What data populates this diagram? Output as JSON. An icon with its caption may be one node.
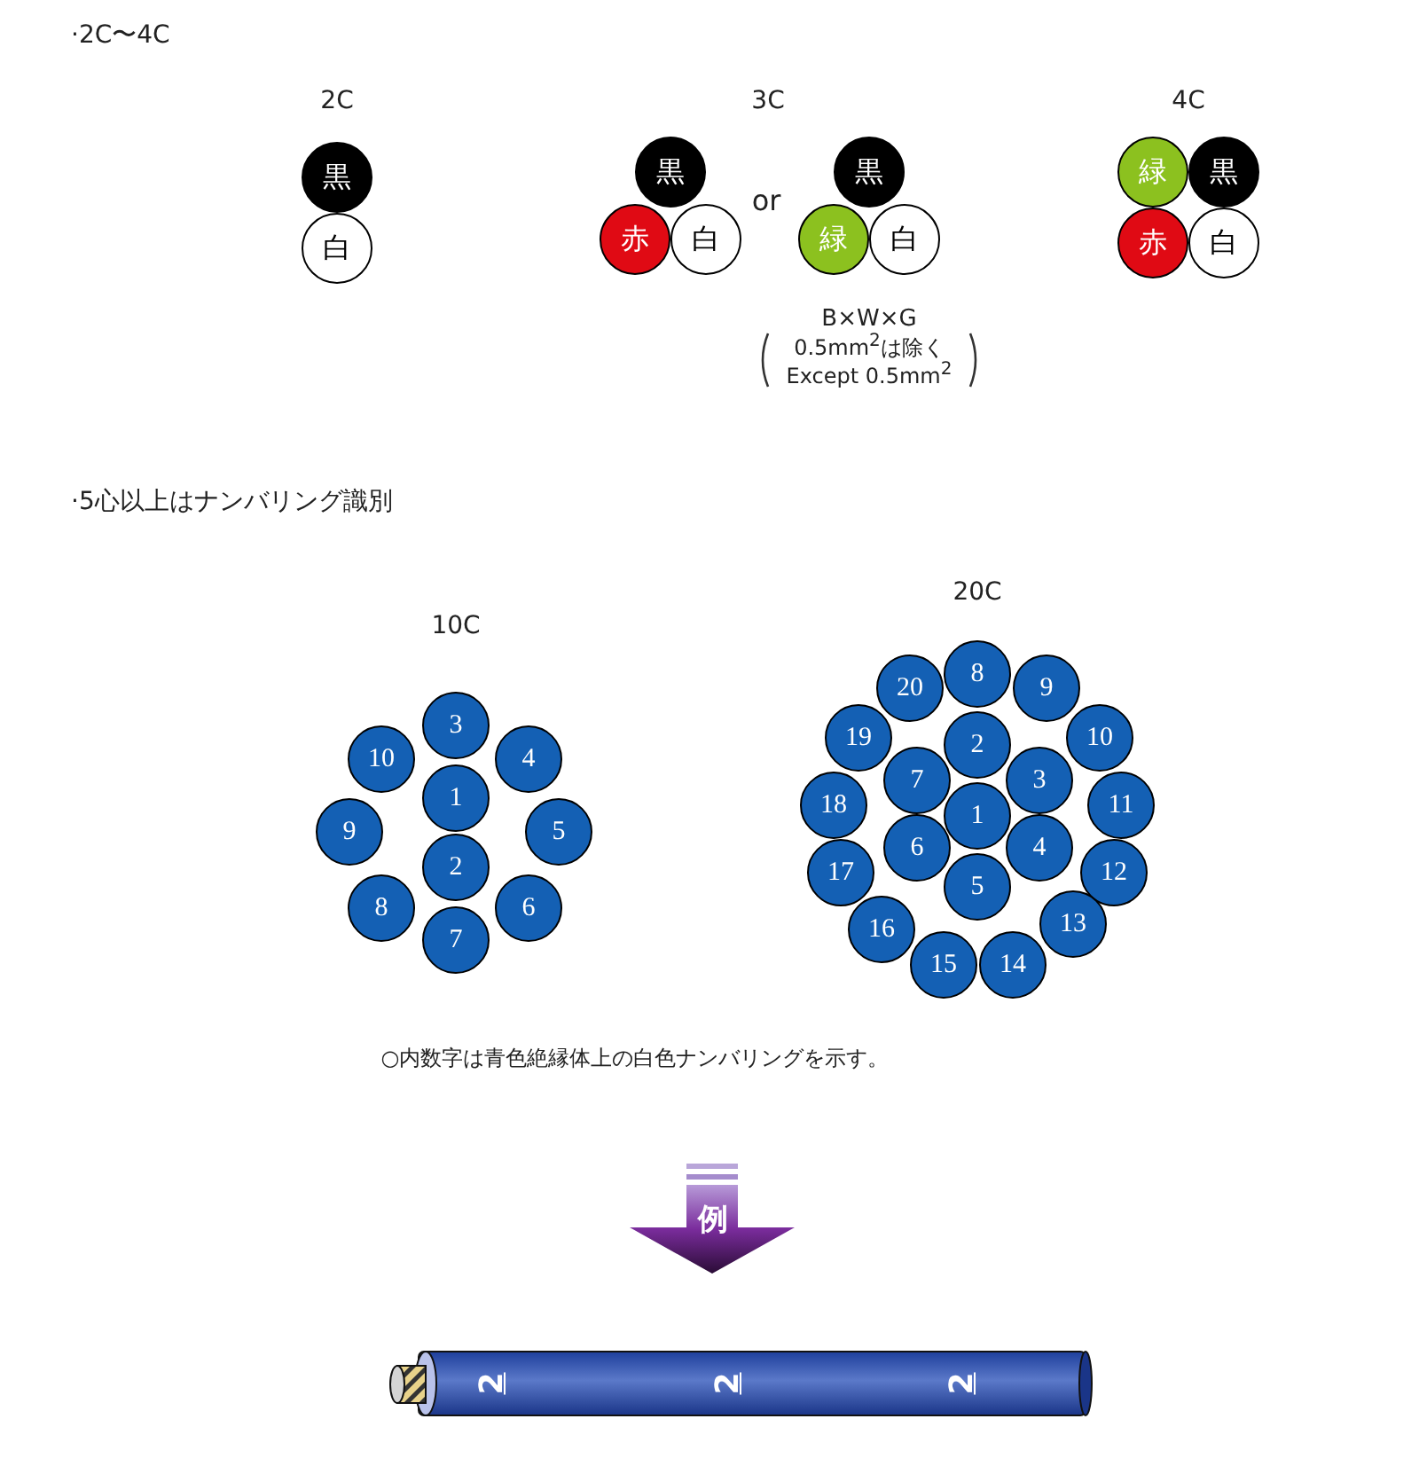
{
  "diagram": {
    "nodes": [
      {
        "text": [
          "黒"
        ]
      },
      {
        "text": [
          "白"
        ]
      },
      {
        "text": [
          "黒"
        ]
      },
      {
        "text": [
          "赤"
        ]
      },
      {
        "text": [
          "白"
        ]
      },
      {
        "text": [
          "黒"
        ]
      },
      {
        "text": [
          "緑"
        ]
      },
      {
        "text": [
          "白"
        ]
      },
      {
        "text": [
          "緑"
        ]
      },
      {
        "text": [
          "黒"
        ]
      },
      {
        "text": [
          "赤"
        ]
      },
      {
        "text": [
          "白"
        ]
      },
      {
        "text": [
          "1"
        ]
      },
      {
        "text": [
          "2"
        ]
      },
      {
        "text": [
          "3"
        ]
      },
      {
        "text": [
          "4"
        ]
      },
      {
        "text": [
          "5"
        ]
      },
      {
        "text": [
          "6"
        ]
      },
      {
        "text": [
          "7"
        ]
      },
      {
        "text": [
          "8"
        ]
      },
      {
        "text": [
          "9"
        ]
      },
      {
        "text": [
          "10"
        ]
      },
      {
        "text": [
          "1"
        ]
      },
      {
        "text": [
          "2"
        ]
      },
      {
        "text": [
          "3"
        ]
      },
      {
        "text": [
          "4"
        ]
      },
      {
        "text": [
          "5"
        ]
      },
      {
        "text": [
          "6"
        ]
      },
      {
        "text": [
          "7"
        ]
      },
      {
        "text": [
          "8"
        ]
      },
      {
        "text": [
          "9"
        ]
      },
      {
        "text": [
          "10"
        ]
      },
      {
        "text": [
          "11"
        ]
      },
      {
        "text": [
          "12"
        ]
      },
      {
        "text": [
          "13"
        ]
      },
      {
        "text": [
          "14"
        ]
      },
      {
        "text": [
          "15"
        ]
      },
      {
        "text": [
          "16"
        ]
      },
      {
        "text": [
          "17"
        ]
      },
      {
        "text": [
          "18"
        ]
      },
      {
        "text": [
          "19"
        ]
      },
      {
        "text": [
          "20"
        ]
      },
      {
        "text": [
          "例"
        ]
      },
      {
        "text": [
          "2",
          "2",
          "2"
        ]
      }
    ],
    "labels": [
      "·2C〜4C",
      "2C",
      "3C",
      "or",
      "4C",
      "B×W×G",
      "0.5mm$^{2}$は除く",
      "Except 0.5mm$^{2}$",
      "·5心以上はナンバリング識別",
      "10C",
      "20C",
      "○内数字は青色絶縁体上の白色ナンバリングを示す。"
    ]
  }
}
